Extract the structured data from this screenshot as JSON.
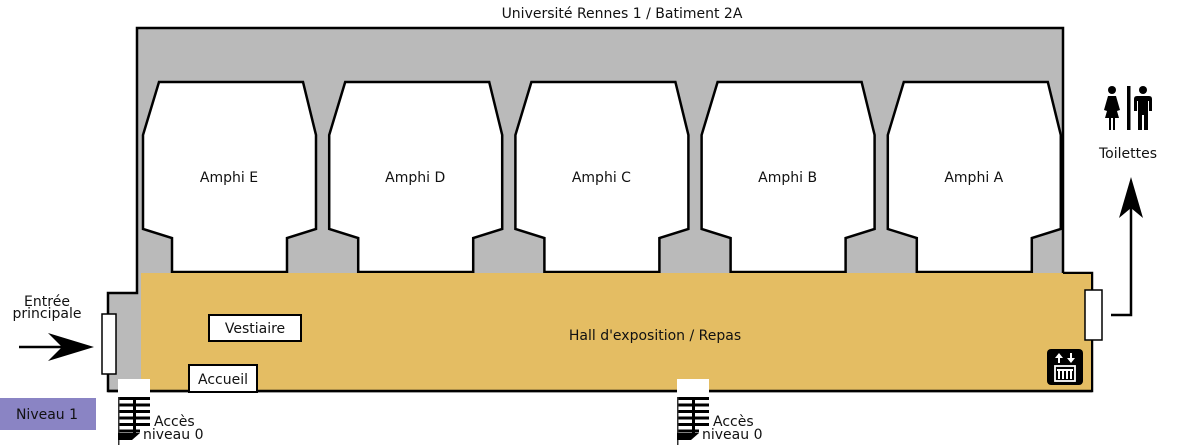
{
  "title": "Université Rennes 1 / Batiment 2A",
  "level_badge": {
    "label": "Niveau 1",
    "color": "#8a84c4"
  },
  "colors": {
    "building": "#bababa",
    "hall": "#e4bd63",
    "room": "#ffffff",
    "wall": "#000000"
  },
  "amphis": [
    {
      "label": "Amphi E"
    },
    {
      "label": "Amphi D"
    },
    {
      "label": "Amphi C"
    },
    {
      "label": "Amphi B"
    },
    {
      "label": "Amphi A"
    }
  ],
  "hall": {
    "label": "Hall d'exposition / Repas"
  },
  "rooms": {
    "vestiaire": "Vestiaire",
    "accueil": "Accueil"
  },
  "entrance": {
    "line1": "Entrée",
    "line2": "principale",
    "icon": "arrow-right-icon"
  },
  "toilets": {
    "label": "Toilettes",
    "icon": "restroom-icon"
  },
  "elevator": {
    "icon": "elevator-icon"
  },
  "stairs": [
    {
      "line1": "Accès",
      "line2": "niveau 0",
      "icon": "stairs-icon"
    },
    {
      "line1": "Accès",
      "line2": "niveau 0",
      "icon": "stairs-icon"
    }
  ]
}
